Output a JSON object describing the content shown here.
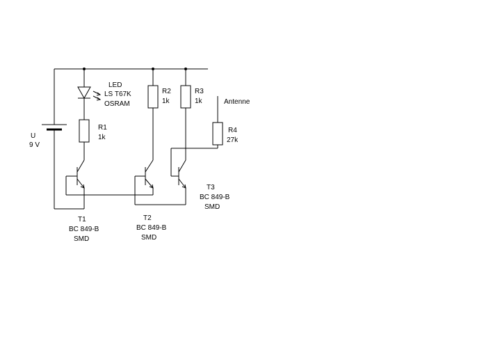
{
  "battery": {
    "name": "U",
    "value": "9 V"
  },
  "led": {
    "type": "LED",
    "part": "LS T67K",
    "maker": "OSRAM"
  },
  "resistors": [
    {
      "name": "R1",
      "value": "1k"
    },
    {
      "name": "R2",
      "value": "1k"
    },
    {
      "name": "R3",
      "value": "1k"
    },
    {
      "name": "R4",
      "value": "27k"
    }
  ],
  "transistors": [
    {
      "name": "T1",
      "type": "BC 849-B",
      "package": "SMD"
    },
    {
      "name": "T2",
      "type": "BC 849-B",
      "package": "SMD"
    },
    {
      "name": "T3",
      "type": "BC 849-B",
      "package": "SMD"
    }
  ],
  "antenna": {
    "label": "Antenne"
  }
}
